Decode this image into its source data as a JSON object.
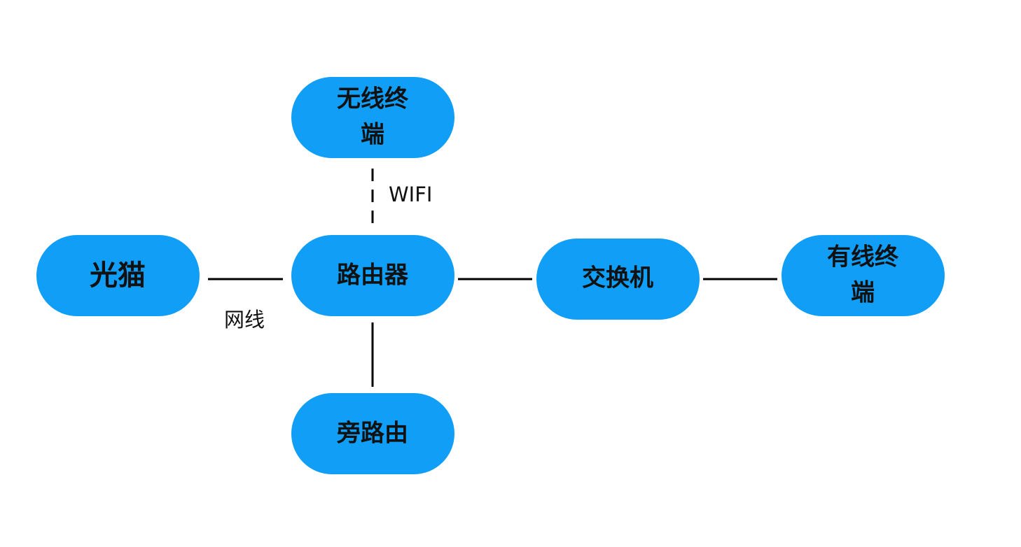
{
  "colors": {
    "node_fill": "#109ef6",
    "text": "#111111",
    "line": "#000000"
  },
  "nodes": {
    "modem": {
      "label": "光猫"
    },
    "router": {
      "label": "路由器"
    },
    "wireless_terminal": {
      "line1": "无线终",
      "line2": "端"
    },
    "switch": {
      "label": "交换机"
    },
    "wired_terminal": {
      "line1": "有线终",
      "line2": "端"
    },
    "bypass_router": {
      "label": "旁路由"
    }
  },
  "edges": {
    "modem_router": {
      "label": "网线",
      "style": "solid"
    },
    "router_wireless": {
      "label": "WIFI",
      "style": "dashed"
    },
    "router_switch": {
      "style": "solid"
    },
    "switch_wired": {
      "style": "solid"
    },
    "router_bypass": {
      "style": "solid"
    }
  }
}
